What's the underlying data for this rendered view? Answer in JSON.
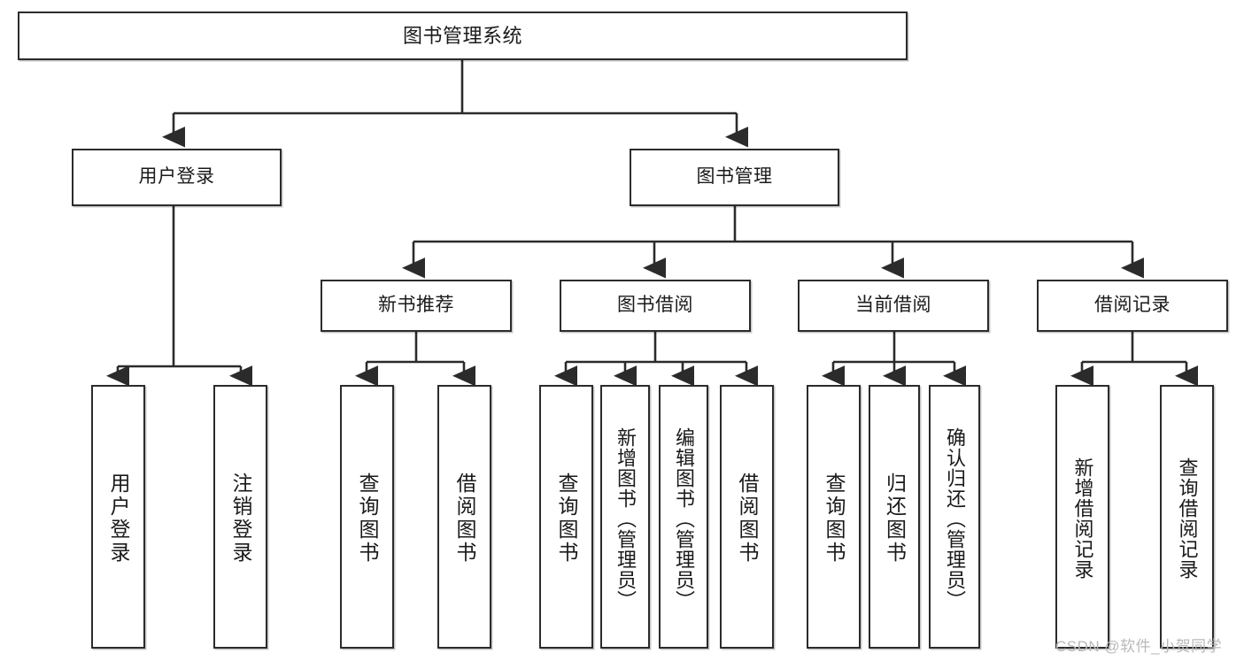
{
  "diagram": {
    "title": "图书管理系统",
    "type": "tree-hierarchy",
    "orientation": "top-down",
    "colors": {
      "box_border": "#2b2b2b",
      "box_fill": "#ffffff",
      "edge": "#2b2b2b",
      "text": "#1a1a1a",
      "watermark": "#b9b9b9"
    },
    "nodes": {
      "root": {
        "label": "图书管理系统"
      },
      "level2": [
        {
          "id": "user-login",
          "label": "用户登录"
        },
        {
          "id": "book-management",
          "label": "图书管理"
        }
      ],
      "level3": [
        {
          "id": "new-book-recommend",
          "label": "新书推荐"
        },
        {
          "id": "book-borrow",
          "label": "图书借阅"
        },
        {
          "id": "current-borrow",
          "label": "当前借阅"
        },
        {
          "id": "borrow-record",
          "label": "借阅记录"
        }
      ],
      "leaves": {
        "user-login": [
          {
            "id": "leaf-user-login",
            "label": "用户登录"
          },
          {
            "id": "leaf-user-logout",
            "label": "注销登录"
          }
        ],
        "new-book-recommend": [
          {
            "id": "leaf-query-book-1",
            "label": "查询图书"
          },
          {
            "id": "leaf-borrow-book-1",
            "label": "借阅图书"
          }
        ],
        "book-borrow": [
          {
            "id": "leaf-query-book-2",
            "label": "查询图书"
          },
          {
            "id": "leaf-add-book",
            "label": "新增图书（管理员）"
          },
          {
            "id": "leaf-edit-book",
            "label": "编辑图书（管理员）"
          },
          {
            "id": "leaf-borrow-book-2",
            "label": "借阅图书"
          }
        ],
        "current-borrow": [
          {
            "id": "leaf-query-book-3",
            "label": "查询图书"
          },
          {
            "id": "leaf-return-book",
            "label": "归还图书"
          },
          {
            "id": "leaf-confirm-return",
            "label": "确认归还（管理员）"
          }
        ],
        "borrow-record": [
          {
            "id": "leaf-add-record",
            "label": "新增借阅记录"
          },
          {
            "id": "leaf-query-record",
            "label": "查询借阅记录"
          }
        ]
      }
    },
    "watermark": "CSDN @软件_小贺同学"
  }
}
